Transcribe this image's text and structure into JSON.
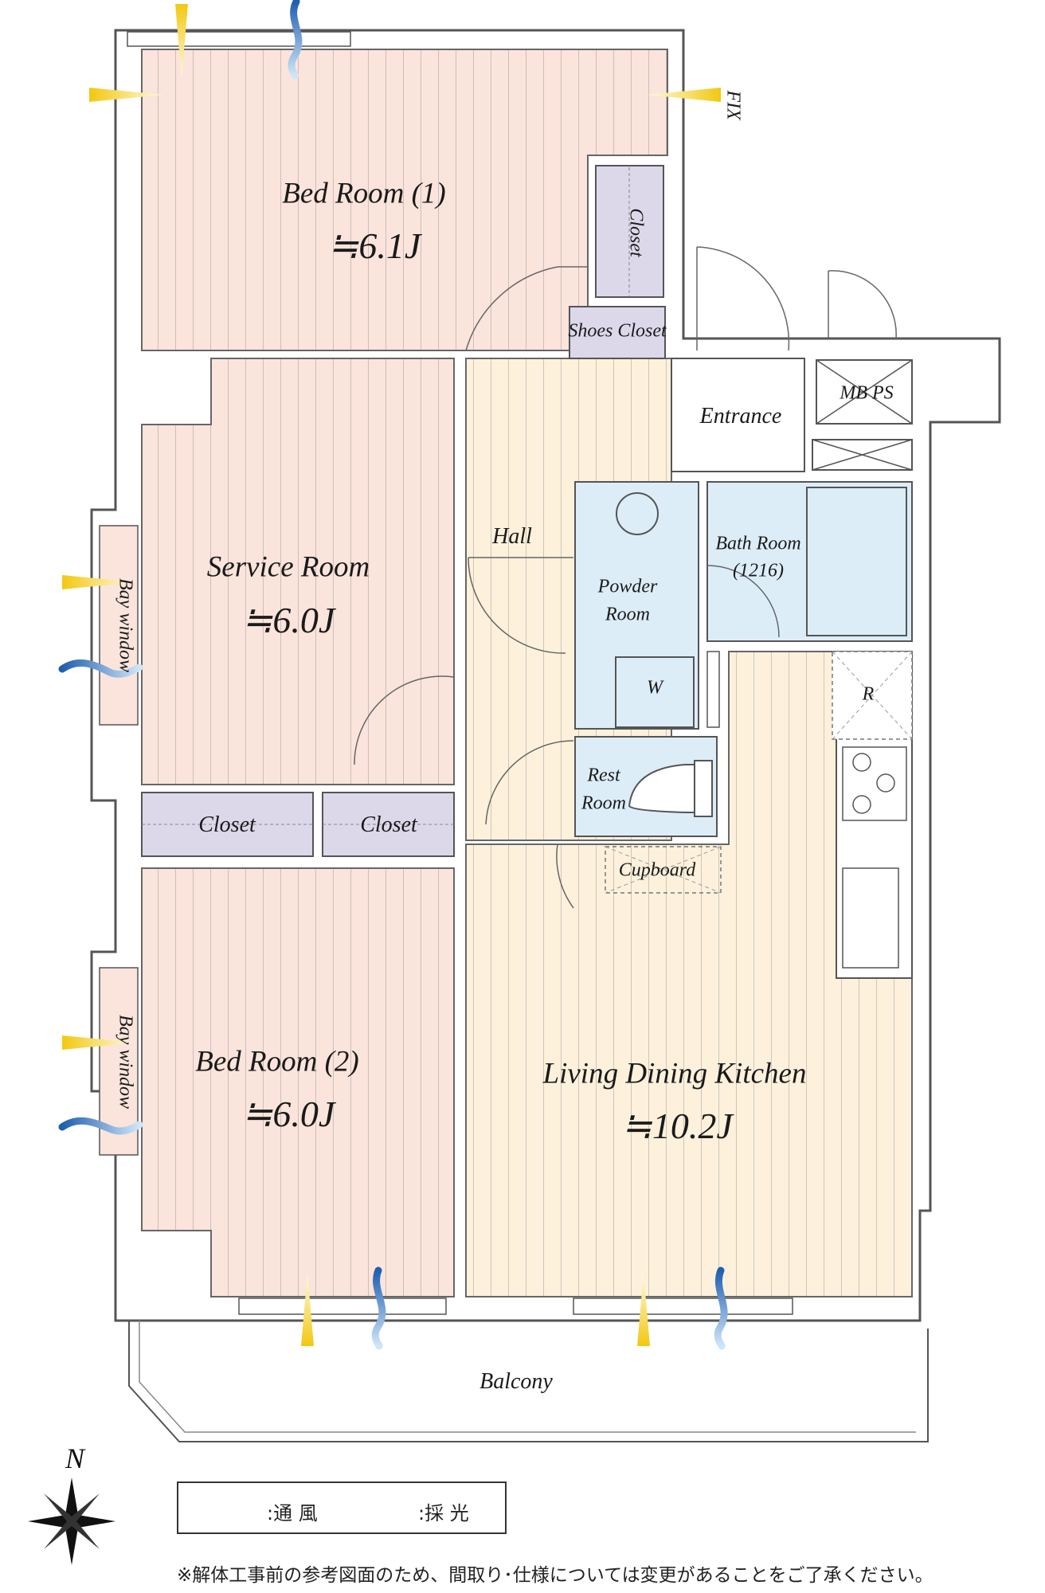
{
  "rooms": {
    "bed1": {
      "name": "Bed Room (1)",
      "area": "≒6.1J"
    },
    "service": {
      "name": "Service Room",
      "area": "≒6.0J"
    },
    "bed2": {
      "name": "Bed Room (2)",
      "area": "≒6.0J"
    },
    "ldk": {
      "name": "Living Dining Kitchen",
      "area": "≒10.2J"
    },
    "hall": "Hall",
    "entrance": "Entrance",
    "mbps": "MB PS",
    "bath": "Bath Room",
    "bath_size": "(1216)",
    "powder_1": "Powder",
    "powder_2": "Room",
    "washer": "W",
    "rest_1": "Rest",
    "rest_2": "Room",
    "cupboard": "Cupboard",
    "fridge": "R",
    "closet_top": "Closet",
    "closet_left": "Closet",
    "closet_right": "Closet",
    "shoes_closet": "Shoes Closet",
    "bay_window_1": "Bay window",
    "bay_window_2": "Bay window",
    "fix": "FIX",
    "balcony": "Balcony"
  },
  "legend": {
    "ventilation": ":通 風",
    "lighting": ":採 光"
  },
  "compass": "N",
  "note": "※解体工事前の参考図面のため、間取り･仕様については変更があることをご了承ください。",
  "colors": {
    "bedroom_floor": "#fbe4dc",
    "ldk_floor": "#fdf1dc",
    "wet_area": "#dcedf8",
    "closet": "#dcd8ea",
    "wind": "#1f5fb0",
    "light": "#f2c811"
  }
}
